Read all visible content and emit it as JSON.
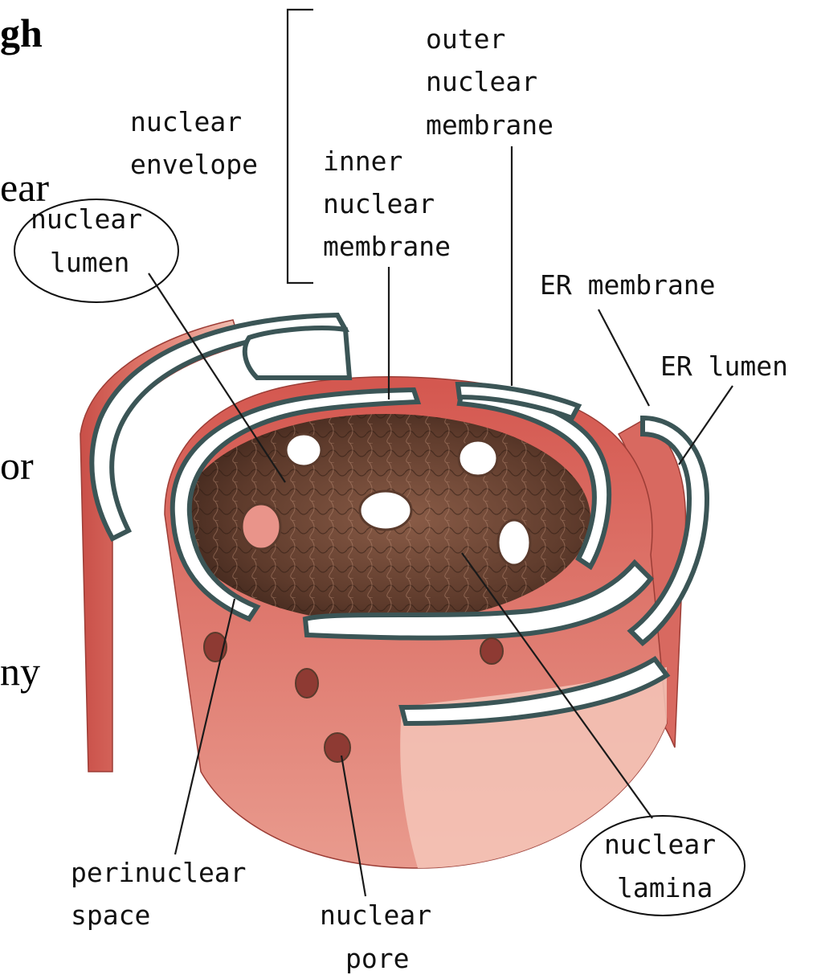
{
  "slide_fragments": {
    "frag_1": "gh",
    "frag_2": "ear",
    "frag_3": "or",
    "frag_4": "ny"
  },
  "labels": {
    "outer_membrane": [
      "outer",
      "nuclear",
      "membrane"
    ],
    "nuclear_envelope": [
      "nuclear",
      "envelope"
    ],
    "inner_membrane": [
      "inner",
      "nuclear",
      "membrane"
    ],
    "nuclear_lumen": [
      "nuclear",
      "lumen"
    ],
    "er_membrane": "ER membrane",
    "er_lumen": "ER lumen",
    "perinuclear_space": [
      "perinuclear",
      "space"
    ],
    "nuclear_pore": [
      "nuclear",
      "pore"
    ],
    "nuclear_lamina": [
      "nuclear",
      "lamina"
    ]
  },
  "colors": {
    "membrane_red": "#d9675e",
    "membrane_light": "#f1b3a8",
    "lamina_brown": "#6a4433",
    "membrane_edge": "#3b5556"
  }
}
